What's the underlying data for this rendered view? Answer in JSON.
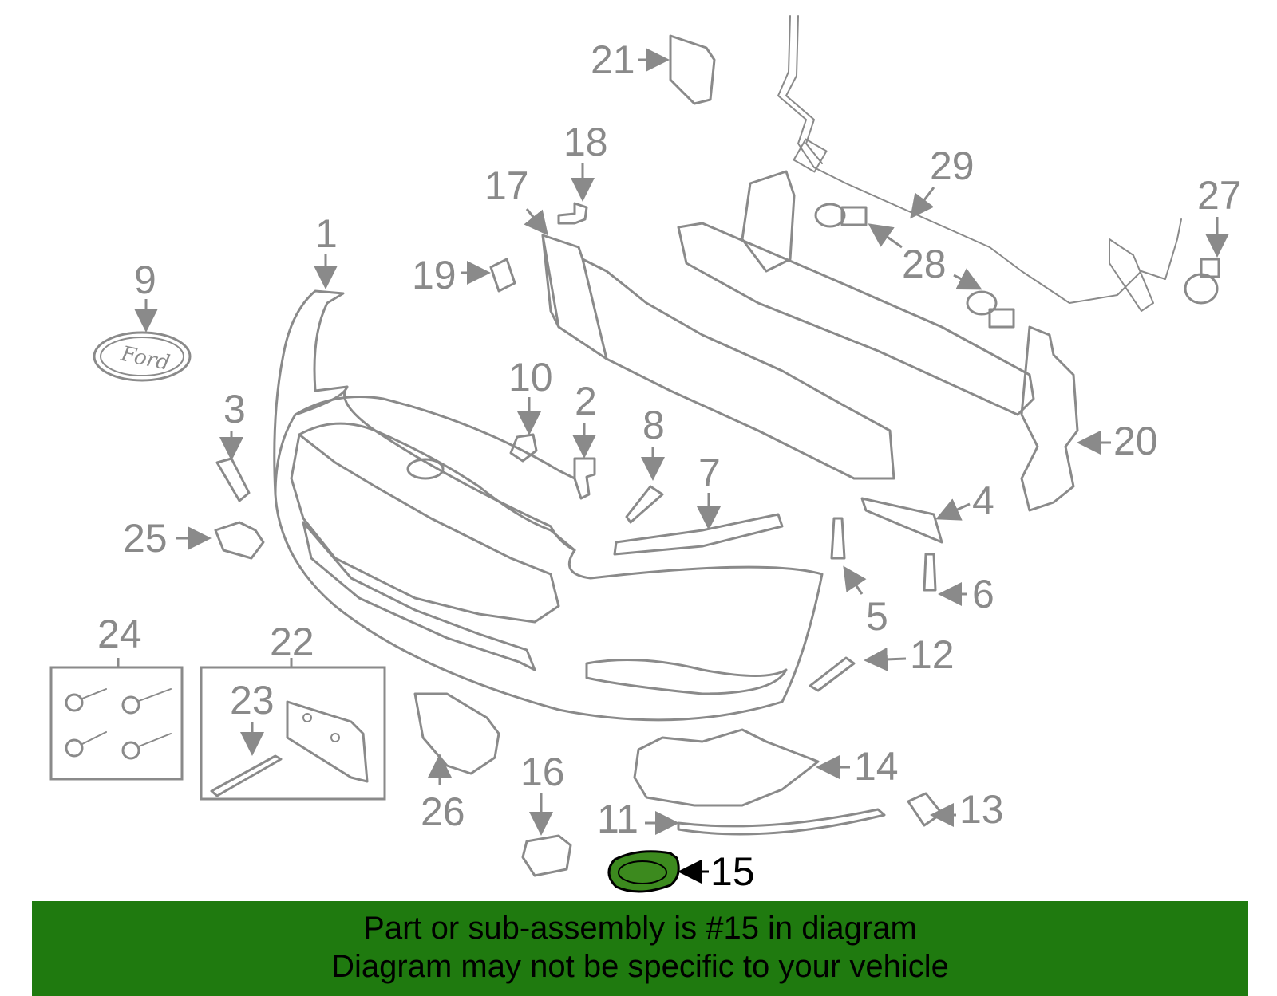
{
  "diagram": {
    "highlighted_part": "15",
    "highlight_color": "#3c8a1e",
    "banner_color": "#1f7a0f",
    "callouts": [
      "1",
      "2",
      "3",
      "4",
      "5",
      "6",
      "7",
      "8",
      "9",
      "10",
      "11",
      "12",
      "13",
      "14",
      "15",
      "16",
      "17",
      "18",
      "19",
      "20",
      "21",
      "22",
      "23",
      "24",
      "25",
      "26",
      "27",
      "28",
      "29"
    ],
    "badge_text": "Ford"
  },
  "banner": {
    "line1": "Part or sub-assembly is #15 in diagram",
    "line2": "Diagram may not be specific to your vehicle"
  }
}
